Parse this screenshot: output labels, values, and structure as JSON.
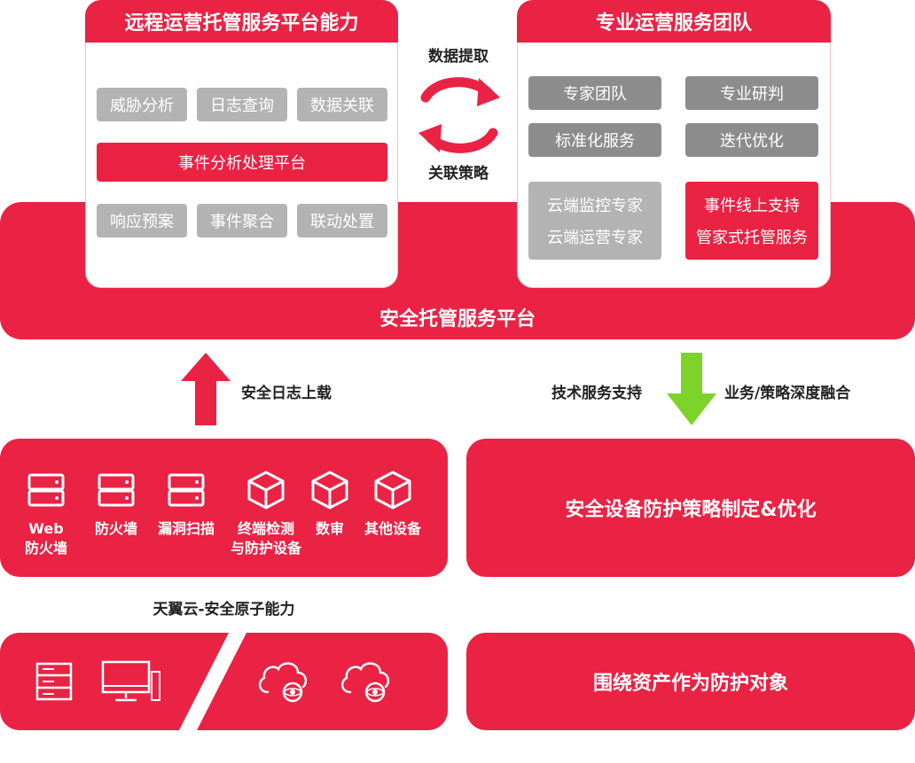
{
  "remote_card": {
    "title": "远程运营托管服务平台能力",
    "row1": [
      "威胁分析",
      "日志查询",
      "数据关联"
    ],
    "platform": "事件分析处理平台",
    "row3": [
      "响应预案",
      "事件聚合",
      "联动处置"
    ]
  },
  "sync": {
    "top_label": "数据提取",
    "bottom_label": "关联策略"
  },
  "team_card": {
    "title": "专业运营服务团队",
    "left_col": [
      "专家团队",
      "标准化服务"
    ],
    "right_col": [
      "专业研判",
      "迭代优化"
    ],
    "grey_block": [
      "云端监控专家",
      "云端运营专家"
    ],
    "red_block": [
      "事件线上支持",
      "管家式托管服务"
    ]
  },
  "platform_bar": {
    "label": "安全托管服务平台"
  },
  "flows": {
    "upload": "安全日志上载",
    "tech_support": "技术服务支持",
    "deep_fusion": "业务/策略深度融合"
  },
  "devices": {
    "items": [
      {
        "icon": "server-icon",
        "label_lines": [
          "Web",
          "防火墙"
        ]
      },
      {
        "icon": "server-icon",
        "label_lines": [
          "防火墙"
        ]
      },
      {
        "icon": "server-icon",
        "label_lines": [
          "漏洞扫描"
        ]
      },
      {
        "icon": "cube-icon",
        "label_lines": [
          "终端检测",
          "与防护设备"
        ]
      },
      {
        "icon": "cube-icon",
        "label_lines": [
          "数审"
        ]
      },
      {
        "icon": "cube-icon",
        "label_lines": [
          "其他设备"
        ]
      }
    ],
    "caption": "天翼云-安全原子能力"
  },
  "policy_box": {
    "label": "安全设备防护策略制定&优化"
  },
  "asset_box": {
    "label": "围绕资产作为防护对象"
  },
  "colors": {
    "accent": "#ea2244",
    "chip_grey": "#b3b3b3",
    "chip_dark": "#8c8c8c",
    "green": "#7ed32b"
  }
}
